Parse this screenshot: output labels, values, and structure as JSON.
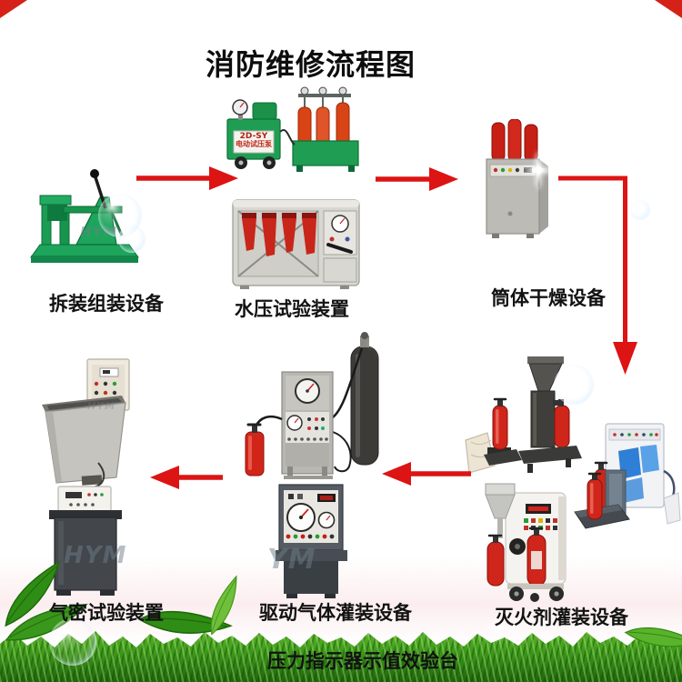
{
  "title": "消防维修流程图",
  "flow": {
    "nodes": [
      {
        "id": "disassembly",
        "label": "拆装组装设备"
      },
      {
        "id": "hydro-test",
        "label": "水压试验装置"
      },
      {
        "id": "drying",
        "label": "筒体干燥设备"
      },
      {
        "id": "airtight",
        "label": "气密试验装置"
      },
      {
        "id": "gas-filling",
        "label": "驱动气体灌装设备"
      },
      {
        "id": "agent-filling",
        "label": "灭火剂灌装设备"
      },
      {
        "id": "indicator",
        "label": "压力指示器示值效验台"
      }
    ],
    "arrows": [
      {
        "from": "disassembly",
        "to": "hydro-test",
        "direction": "right"
      },
      {
        "from": "hydro-test",
        "to": "drying",
        "direction": "right"
      },
      {
        "from": "drying",
        "to": "agent-filling",
        "direction": "down-elbow"
      },
      {
        "from": "agent-filling",
        "to": "gas-filling",
        "direction": "left"
      },
      {
        "from": "gas-filling",
        "to": "airtight",
        "direction": "left"
      }
    ]
  },
  "equipment": {
    "pump_model": "2D-SY",
    "pump_name": "电动试压泵"
  },
  "watermark": "HYM",
  "watermark_short": "YM",
  "colors": {
    "arrow": "#dc1414",
    "sky": "#6fb4ec",
    "grass": "#3a9618",
    "title_color": "#0d0d0d"
  }
}
